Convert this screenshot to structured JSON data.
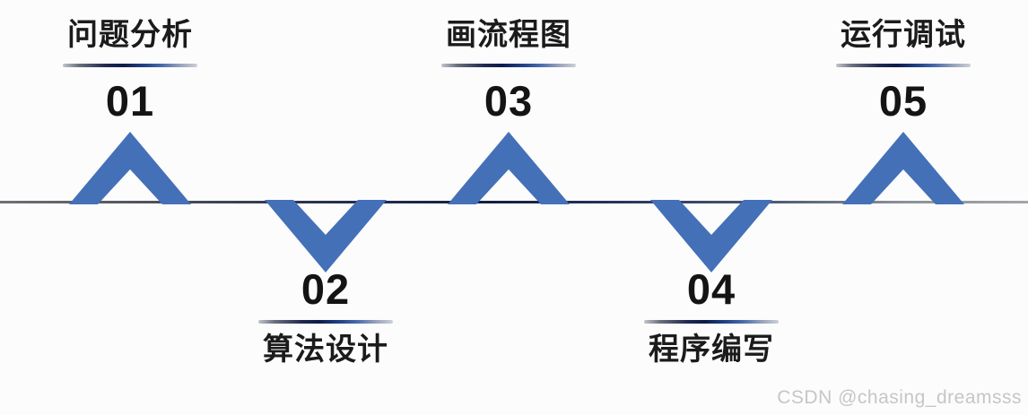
{
  "diagram": {
    "name": "programming-process-timeline",
    "steps": [
      {
        "number": "01",
        "label": "问题分析",
        "position": "top"
      },
      {
        "number": "02",
        "label": "算法设计",
        "position": "bottom"
      },
      {
        "number": "03",
        "label": "画流程图",
        "position": "top"
      },
      {
        "number": "04",
        "label": "程序编写",
        "position": "bottom"
      },
      {
        "number": "05",
        "label": "运行调试",
        "position": "top"
      }
    ]
  },
  "watermark": {
    "text": "CSDN @chasing_dreamsss"
  },
  "colors": {
    "chevron": "#4470b8",
    "accent_dark_navy": "#0c1b4a",
    "accent_mid_blue": "#3f62a8",
    "line_gray": "#6e7177",
    "text": "#1b1b1b",
    "watermark": "#babdbc",
    "background": "#fcfcfc"
  }
}
